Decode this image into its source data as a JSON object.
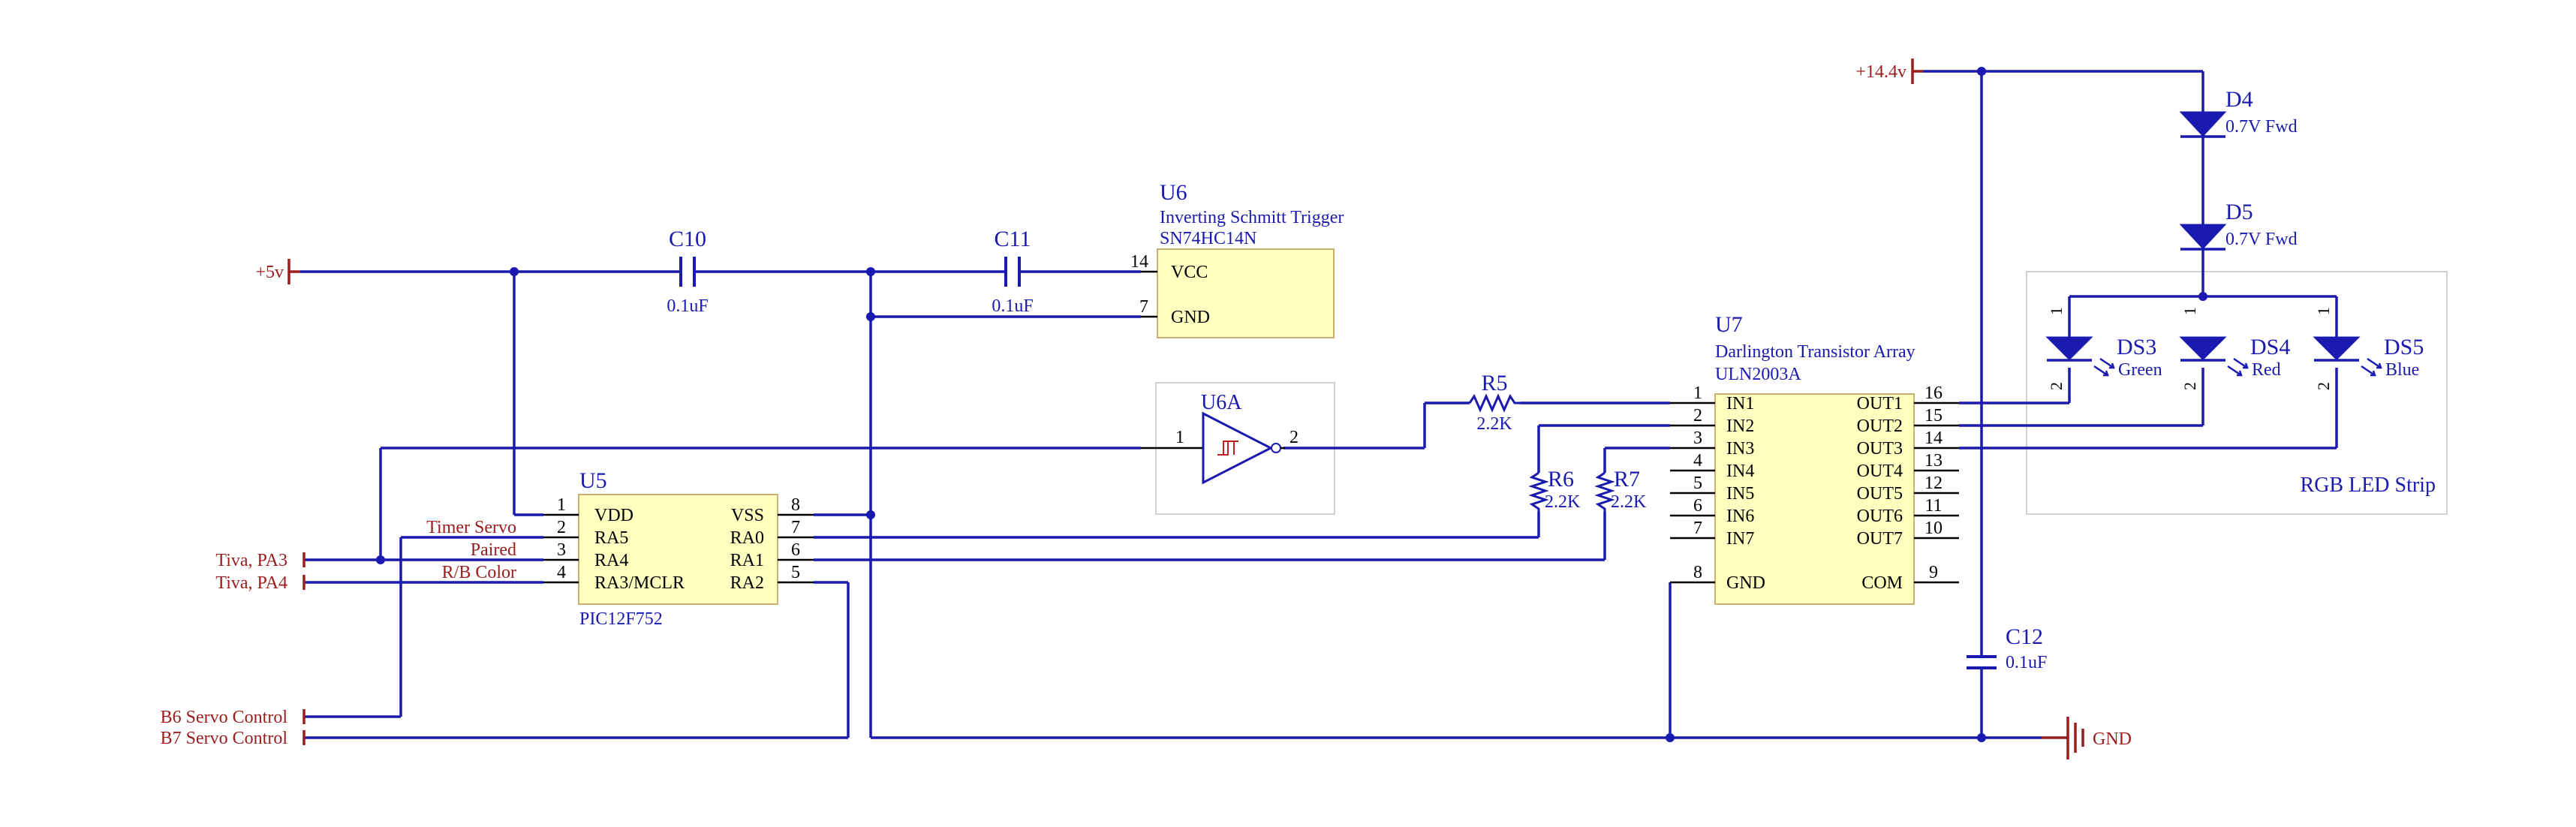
{
  "power": {
    "v5": "+5v",
    "v144": "+14.4v",
    "gnd": "GND"
  },
  "caps": {
    "c10": {
      "ref": "C10",
      "value": "0.1uF"
    },
    "c11": {
      "ref": "C11",
      "value": "0.1uF"
    },
    "c12": {
      "ref": "C12",
      "value": "0.1uF"
    }
  },
  "u6": {
    "ref": "U6",
    "desc": "Inverting Schmitt Trigger",
    "part": "SN74HC14N",
    "pins": {
      "vcc": "VCC",
      "gnd": "GND",
      "vcc_num": "14",
      "gnd_num": "7"
    }
  },
  "u6a": {
    "ref": "U6A",
    "in_num": "1",
    "out_num": "2"
  },
  "u5": {
    "ref": "U5",
    "part": "PIC12F752",
    "left_pins": [
      {
        "num": "1",
        "name": "VDD"
      },
      {
        "num": "2",
        "name": "RA5"
      },
      {
        "num": "3",
        "name": "RA4"
      },
      {
        "num": "4",
        "name": "RA3/MCLR"
      }
    ],
    "right_pins": [
      {
        "num": "8",
        "name": "VSS"
      },
      {
        "num": "7",
        "name": "RA0"
      },
      {
        "num": "6",
        "name": "RA1"
      },
      {
        "num": "5",
        "name": "RA2"
      }
    ],
    "net_labels": [
      "Timer Servo",
      "Paired",
      "R/B Color"
    ]
  },
  "ports": {
    "tiva_pa3": "Tiva, PA3",
    "tiva_pa4": "Tiva, PA4",
    "b6": "B6 Servo Control",
    "b7": "B7 Servo Control"
  },
  "resistors": {
    "r5": {
      "ref": "R5",
      "value": "2.2K"
    },
    "r6": {
      "ref": "R6",
      "value": "2.2K"
    },
    "r7": {
      "ref": "R7",
      "value": "2.2K"
    }
  },
  "u7": {
    "ref": "U7",
    "desc": "Darlington Transistor Array",
    "part": "ULN2003A",
    "left_pins": [
      {
        "num": "1",
        "name": "IN1"
      },
      {
        "num": "2",
        "name": "IN2"
      },
      {
        "num": "3",
        "name": "IN3"
      },
      {
        "num": "4",
        "name": "IN4"
      },
      {
        "num": "5",
        "name": "IN5"
      },
      {
        "num": "6",
        "name": "IN6"
      },
      {
        "num": "7",
        "name": "IN7"
      },
      {
        "num": "8",
        "name": "GND"
      }
    ],
    "right_pins": [
      {
        "num": "16",
        "name": "OUT1"
      },
      {
        "num": "15",
        "name": "OUT2"
      },
      {
        "num": "14",
        "name": "OUT3"
      },
      {
        "num": "13",
        "name": "OUT4"
      },
      {
        "num": "12",
        "name": "OUT5"
      },
      {
        "num": "11",
        "name": "OUT6"
      },
      {
        "num": "10",
        "name": "OUT7"
      },
      {
        "num": "9",
        "name": "COM"
      }
    ]
  },
  "diodes": {
    "d4": {
      "ref": "D4",
      "note": "0.7V Fwd"
    },
    "d5": {
      "ref": "D5",
      "note": "0.7V Fwd"
    }
  },
  "leds": {
    "strip_label": "RGB LED Strip",
    "pin_top": "1",
    "pin_bottom": "2",
    "items": [
      {
        "ref": "DS3",
        "color": "Green"
      },
      {
        "ref": "DS4",
        "color": "Red"
      },
      {
        "ref": "DS5",
        "color": "Blue"
      }
    ]
  }
}
